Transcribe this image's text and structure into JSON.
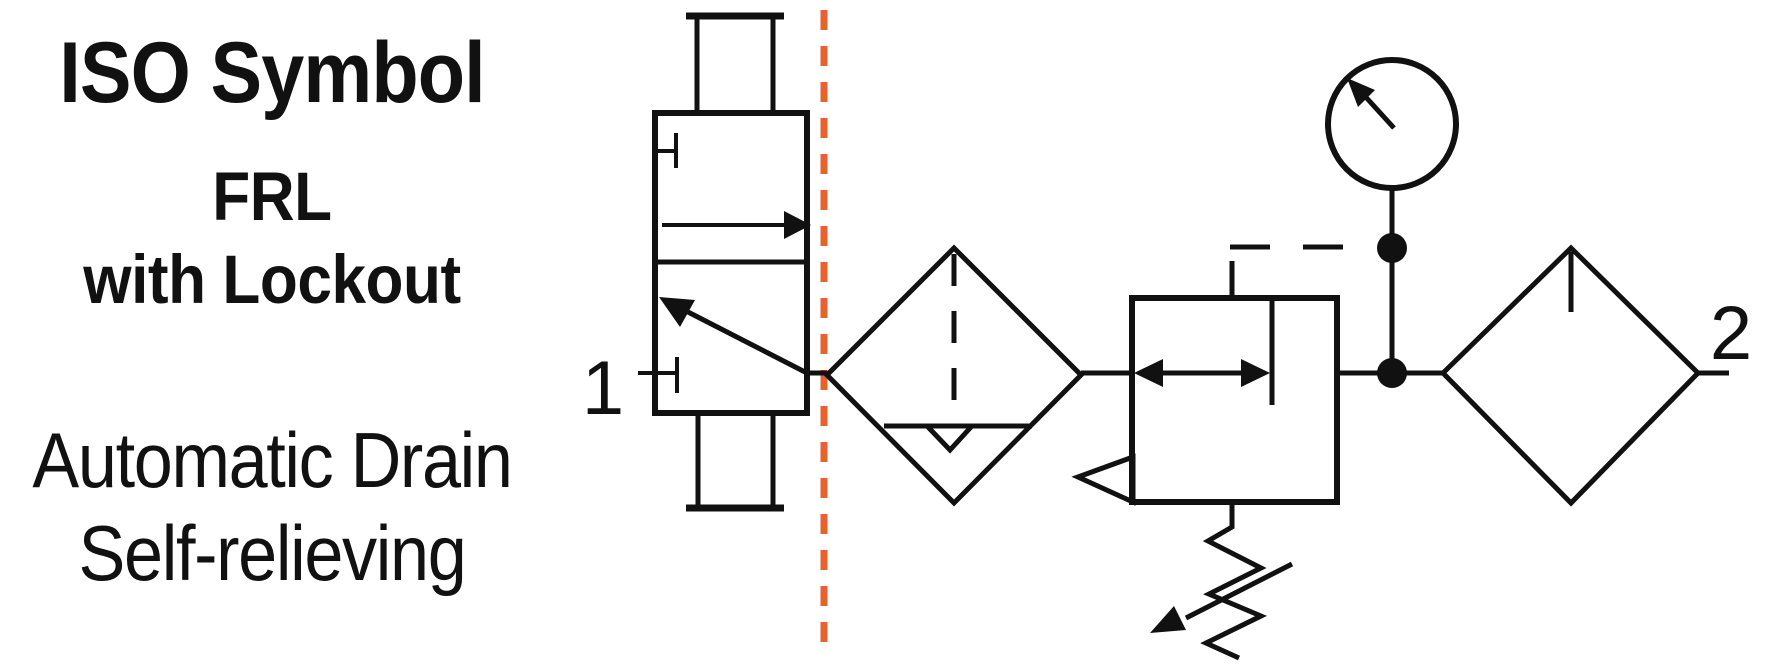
{
  "text": {
    "title": "ISO Symbol",
    "subtitle_line1": "FRL",
    "subtitle_line2": "with Lockout",
    "note_line1": "Automatic Drain",
    "note_line2": "Self-relieving"
  },
  "diagram": {
    "port_inlet_label": "1",
    "port_outlet_label": "2",
    "colors": {
      "line": "#111111",
      "divider": "#E8612F",
      "background": "#FFFFFF"
    },
    "components": [
      "lockout-valve",
      "filter-with-automatic-drain",
      "pressure-regulator-self-relieving",
      "pressure-gauge",
      "lubricator"
    ]
  }
}
